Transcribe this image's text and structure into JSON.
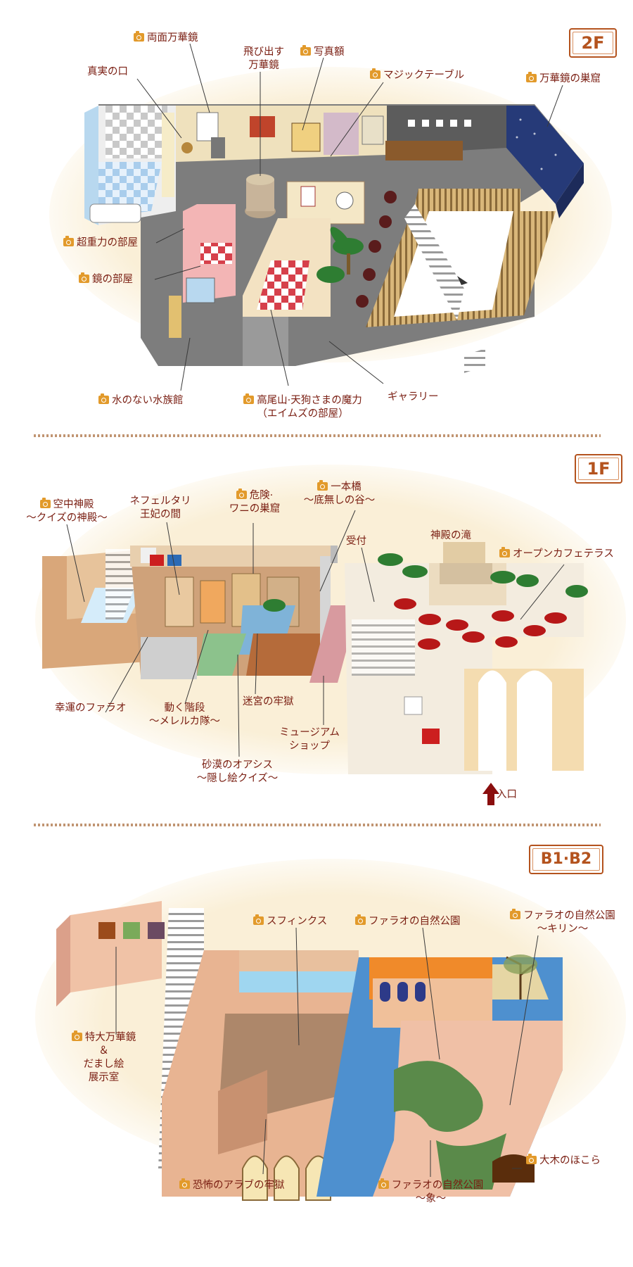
{
  "floors": {
    "f2": {
      "badge": "2F",
      "labels": {
        "ryomen": "両面万華鏡",
        "shinjitsu": "真実の口",
        "tobidasu": "飛び出す\n万華鏡",
        "shashin": "写真額",
        "magic": "マジックテーブル",
        "sukutsu": "万華鏡の巣窟",
        "chojuryoku": "超重力の部屋",
        "kagami": "鏡の部屋",
        "suizokukan": "水のない水族館",
        "takao": "高尾山·天狗さまの魔力\n（エイムズの部屋）",
        "gallery": "ギャラリー"
      }
    },
    "f1": {
      "badge": "1F",
      "labels": {
        "kuchu": "空中神殿\n～クイズの神殿～",
        "nefer": "ネフェルタリ\n王妃の間",
        "kiken": "危険·\nワニの巣窟",
        "ippon": "一本橋\n～底無しの谷～",
        "uketsuke": "受付",
        "taki": "神殿の滝",
        "cafe": "オープンカフェテラス",
        "koun": "幸運のファラオ",
        "ugoku": "動く階段\n～メレルカ隊～",
        "meikyu": "迷宮の牢獄",
        "museum": "ミュージアム\nショップ",
        "sabaku": "砂漠のオアシス\n～隠し絵クイズ～",
        "iriguchi": "入口"
      }
    },
    "b1": {
      "badge": "B1·B2",
      "labels": {
        "tokudai": "特大万華鏡\n＆\nだまし絵\n展示室",
        "sphinx": "スフィンクス",
        "park": "ファラオの自然公園",
        "kirin": "ファラオの自然公園\n～キリン～",
        "kyofu": "恐怖のアラブの牢獄",
        "zou": "ファラオの自然公園\n～象～",
        "taiboku": "大木のほこら"
      }
    }
  },
  "colors": {
    "label_text": "#7a1e12",
    "camera_icon": "#e29a2b",
    "badge_border": "#b4531e",
    "floor_gray": "#7a7a7a",
    "wall_beige": "#f2e3c6",
    "accent_red": "#c61a1a"
  }
}
